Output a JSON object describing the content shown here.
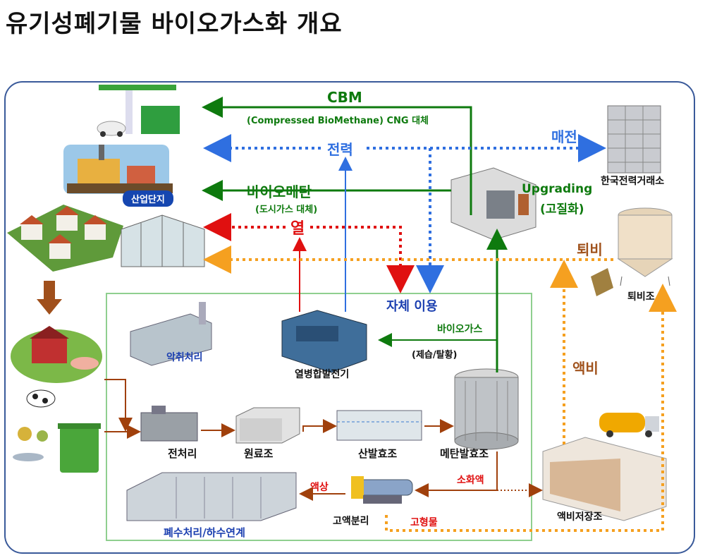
{
  "title": "유기성폐기물 바이오가스화 개요",
  "outputs": {
    "cbm_title": "CBM",
    "cbm_sub": "(Compressed BioMethane) CNG 대체",
    "electricity": "전력",
    "biomethane": "바이오메탄",
    "biomethane_sub": "(도시가스 대체)",
    "heat": "열",
    "power_sale": "매전",
    "self_use": "자체 이용",
    "compost": "퇴비",
    "liquid_fertilizer": "액비"
  },
  "nodes": {
    "industrial_complex": "산업단지",
    "kepco": "한국전력거래소",
    "upgrading": "Upgrading",
    "upgrading_sub": "(고질화)",
    "compost_tank": "퇴비조",
    "odor_treatment": "악취처리",
    "chp": "열병합발전기",
    "biogas": "바이오가스",
    "desulfurization": "(제습/탈황)",
    "pretreatment": "전처리",
    "raw_tank": "원료조",
    "acid_tank": "산발효조",
    "methane_tank": "메탄발효조",
    "digestate": "소화액",
    "liquid_phase": "액상",
    "solid_liquid_sep": "고액분리",
    "solids": "고형물",
    "wastewater": "폐수처리/하수연계",
    "fertilizer_storage": "액비저장조"
  },
  "colors": {
    "green": "#0e7a0e",
    "blue": "#2f6fe0",
    "red": "#e01010",
    "orange": "#f5a020",
    "brown": "#a0400c",
    "frame": "#3a5a9a"
  }
}
